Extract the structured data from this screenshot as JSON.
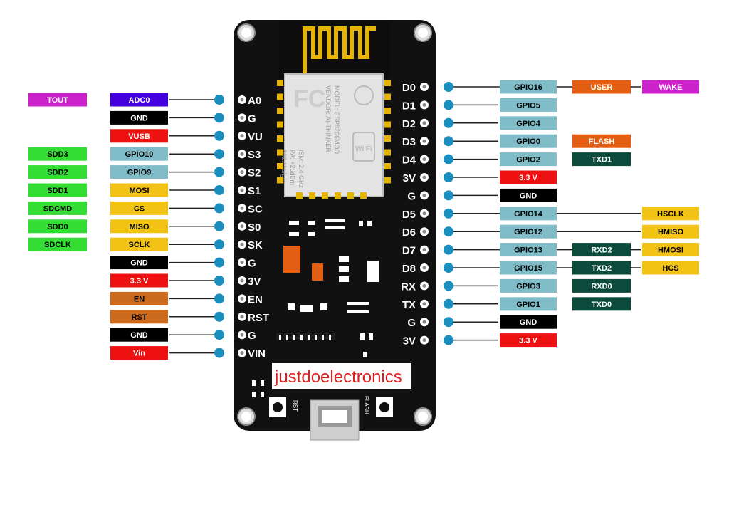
{
  "colors": {
    "board": "#111111",
    "pin_dot": "#1a8fbf",
    "wire": "#222222",
    "gpio": "#7fbcc8",
    "black": "#000000",
    "red": "#ee1111",
    "green": "#33dd33",
    "yellow": "#f2c314",
    "orange": "#e35d12",
    "brown": "#cc6a1e",
    "magenta": "#cc22cc",
    "purple": "#4400dd",
    "darkgreen": "#0c4a3c",
    "antenna": "#e5b300",
    "brand_text": "#e02020"
  },
  "brand": "justdoelectronics",
  "board_text": {
    "rst": "RST",
    "flash": "FLASH",
    "module_lines": [
      "MODEL: ESP8266MOD",
      "VENDOR: AI-THINKER"
    ],
    "module_lines2": [
      "ISM: 2.4 GHz",
      "PA: +25dBm",
      "802.11b/g/n"
    ],
    "module_logo": "FC",
    "wifi_logo": "Wi Fi"
  },
  "left_pins": [
    {
      "pin": "A0",
      "labels": [
        {
          "text": "TOUT",
          "color": "magenta",
          "text_color": "#ffffff"
        },
        {
          "text": "ADC0",
          "color": "purple",
          "text_color": "#ffffff"
        }
      ]
    },
    {
      "pin": "G",
      "labels": [
        {
          "text": "GND",
          "color": "black",
          "text_color": "#ffffff"
        }
      ]
    },
    {
      "pin": "VU",
      "labels": [
        {
          "text": "VUSB",
          "color": "red",
          "text_color": "#ffffff"
        }
      ]
    },
    {
      "pin": "S3",
      "labels": [
        {
          "text": "SDD3",
          "color": "green",
          "text_color": "#000000"
        },
        {
          "text": "GPIO10",
          "color": "gpio",
          "text_color": "#000000"
        }
      ]
    },
    {
      "pin": "S2",
      "labels": [
        {
          "text": "SDD2",
          "color": "green",
          "text_color": "#000000"
        },
        {
          "text": "GPIO9",
          "color": "gpio",
          "text_color": "#000000"
        }
      ]
    },
    {
      "pin": "S1",
      "labels": [
        {
          "text": "SDD1",
          "color": "green",
          "text_color": "#000000"
        },
        {
          "text": "MOSI",
          "color": "yellow",
          "text_color": "#000000"
        }
      ]
    },
    {
      "pin": "SC",
      "labels": [
        {
          "text": "SDCMD",
          "color": "green",
          "text_color": "#000000"
        },
        {
          "text": "CS",
          "color": "yellow",
          "text_color": "#000000"
        }
      ]
    },
    {
      "pin": "S0",
      "labels": [
        {
          "text": "SDD0",
          "color": "green",
          "text_color": "#000000"
        },
        {
          "text": "MISO",
          "color": "yellow",
          "text_color": "#000000"
        }
      ]
    },
    {
      "pin": "SK",
      "labels": [
        {
          "text": "SDCLK",
          "color": "green",
          "text_color": "#000000"
        },
        {
          "text": "SCLK",
          "color": "yellow",
          "text_color": "#000000"
        }
      ]
    },
    {
      "pin": "G",
      "labels": [
        {
          "text": "GND",
          "color": "black",
          "text_color": "#ffffff"
        }
      ]
    },
    {
      "pin": "3V",
      "labels": [
        {
          "text": "3.3 V",
          "color": "red",
          "text_color": "#ffffff"
        }
      ]
    },
    {
      "pin": "EN",
      "labels": [
        {
          "text": "EN",
          "color": "brown",
          "text_color": "#000000"
        }
      ]
    },
    {
      "pin": "RST",
      "labels": [
        {
          "text": "RST",
          "color": "brown",
          "text_color": "#000000"
        }
      ]
    },
    {
      "pin": "G",
      "labels": [
        {
          "text": "GND",
          "color": "black",
          "text_color": "#ffffff"
        }
      ]
    },
    {
      "pin": "VIN",
      "labels": [
        {
          "text": "Vin",
          "color": "red",
          "text_color": "#ffffff"
        }
      ]
    }
  ],
  "right_pins": [
    {
      "pin": "D0",
      "labels": [
        {
          "text": "GPIO16",
          "color": "gpio",
          "text_color": "#000000"
        },
        {
          "text": "USER",
          "color": "orange",
          "text_color": "#ffffff"
        },
        {
          "text": "WAKE",
          "color": "magenta",
          "text_color": "#ffffff"
        }
      ]
    },
    {
      "pin": "D1",
      "labels": [
        {
          "text": "GPIO5",
          "color": "gpio",
          "text_color": "#000000"
        }
      ]
    },
    {
      "pin": "D2",
      "labels": [
        {
          "text": "GPIO4",
          "color": "gpio",
          "text_color": "#000000"
        }
      ]
    },
    {
      "pin": "D3",
      "labels": [
        {
          "text": "GPIO0",
          "color": "gpio",
          "text_color": "#000000"
        },
        {
          "text": "FLASH",
          "color": "orange",
          "text_color": "#ffffff"
        }
      ]
    },
    {
      "pin": "D4",
      "labels": [
        {
          "text": "GPIO2",
          "color": "gpio",
          "text_color": "#000000"
        },
        {
          "text": "TXD1",
          "color": "darkgreen",
          "text_color": "#ffffff"
        }
      ]
    },
    {
      "pin": "3V",
      "labels": [
        {
          "text": "3.3 V",
          "color": "red",
          "text_color": "#ffffff"
        }
      ]
    },
    {
      "pin": "G",
      "labels": [
        {
          "text": "GND",
          "color": "black",
          "text_color": "#ffffff"
        }
      ]
    },
    {
      "pin": "D5",
      "labels": [
        {
          "text": "GPIO14",
          "color": "gpio",
          "text_color": "#000000"
        },
        {
          "text": "HSCLK",
          "color": "yellow",
          "text_color": "#000000",
          "far": true
        }
      ]
    },
    {
      "pin": "D6",
      "labels": [
        {
          "text": "GPIO12",
          "color": "gpio",
          "text_color": "#000000"
        },
        {
          "text": "HMISO",
          "color": "yellow",
          "text_color": "#000000",
          "far": true
        }
      ]
    },
    {
      "pin": "D7",
      "labels": [
        {
          "text": "GPIO13",
          "color": "gpio",
          "text_color": "#000000"
        },
        {
          "text": "RXD2",
          "color": "darkgreen",
          "text_color": "#ffffff"
        },
        {
          "text": "HMOSI",
          "color": "yellow",
          "text_color": "#000000"
        }
      ]
    },
    {
      "pin": "D8",
      "labels": [
        {
          "text": "GPIO15",
          "color": "gpio",
          "text_color": "#000000"
        },
        {
          "text": "TXD2",
          "color": "darkgreen",
          "text_color": "#ffffff"
        },
        {
          "text": "HCS",
          "color": "yellow",
          "text_color": "#000000"
        }
      ]
    },
    {
      "pin": "RX",
      "labels": [
        {
          "text": "GPIO3",
          "color": "gpio",
          "text_color": "#000000"
        },
        {
          "text": "RXD0",
          "color": "darkgreen",
          "text_color": "#ffffff"
        }
      ]
    },
    {
      "pin": "TX",
      "labels": [
        {
          "text": "GPIO1",
          "color": "gpio",
          "text_color": "#000000"
        },
        {
          "text": "TXD0",
          "color": "darkgreen",
          "text_color": "#ffffff"
        }
      ]
    },
    {
      "pin": "G",
      "labels": [
        {
          "text": "GND",
          "color": "black",
          "text_color": "#ffffff"
        }
      ]
    },
    {
      "pin": "3V",
      "labels": [
        {
          "text": "3.3 V",
          "color": "red",
          "text_color": "#ffffff"
        }
      ]
    }
  ]
}
